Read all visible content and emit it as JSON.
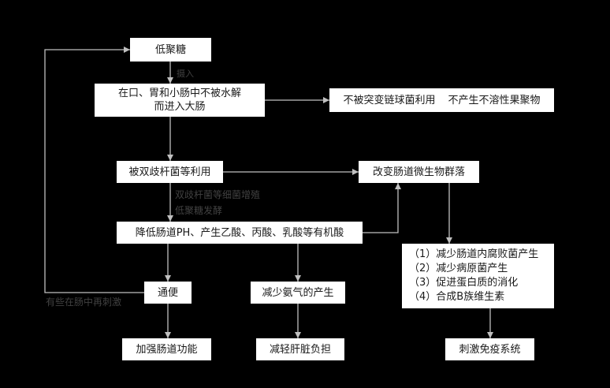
{
  "colors": {
    "background": "#000000",
    "node_background": "#ffffff",
    "node_text": "#1a1a1a",
    "line": "#c0c0c0",
    "dim_text": "#414141"
  },
  "nodes": {
    "oligosaccharide": "低聚糖",
    "not_hydrolyzed_lines": [
      "在口、胃和小肠中不被水解",
      "而进入大肠"
    ],
    "not_used_by_mutans_lines": [
      "不被突变链球菌利用",
      "不产生不溶性果聚物"
    ],
    "used_by_bifidobacteria": "被双歧杆菌等利用",
    "change_microbiota": "改变肠道微生物群落",
    "lower_ph": "降低肠道PH、产生乙酸、丙酸、乳酸等有机酸",
    "laxation": "通便",
    "reduce_ammonia": "减少氨气的产生",
    "effects_lines": [
      "（1）减少肠道内腐败菌产生",
      "（2）减少病原菌产生",
      "（3）促进蛋白质的消化",
      "（4）合成B族维生素"
    ],
    "strengthen_gut": "加强肠道功能",
    "reduce_liver_burden": "减轻肝脏负担",
    "stimulate_immune": "刺激免疫系统"
  },
  "annotations": {
    "intake": "摄入",
    "fermentation_line1": "双歧杆菌等细菌增殖",
    "fermentation_line2": "低聚糖发酵",
    "feedback": "有些在肠中再刺激"
  }
}
